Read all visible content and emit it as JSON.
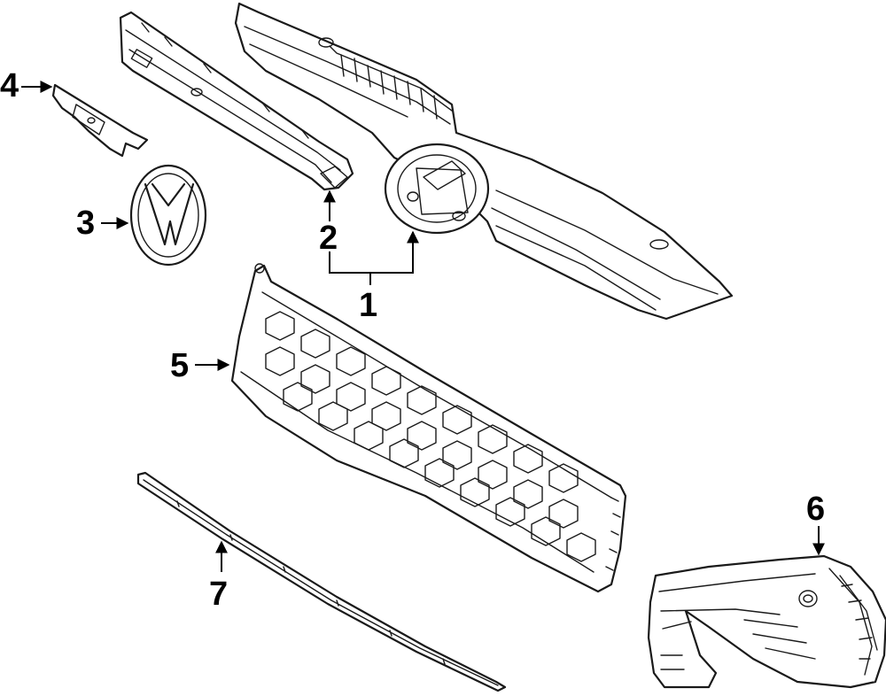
{
  "callouts": {
    "c1": "1",
    "c2": "2",
    "c3": "3",
    "c4": "4",
    "c5": "5",
    "c6": "6",
    "c7": "7"
  },
  "colors": {
    "line": "#1a1a1a",
    "background": "#ffffff"
  },
  "badge_logo": "vw-logo-icon"
}
